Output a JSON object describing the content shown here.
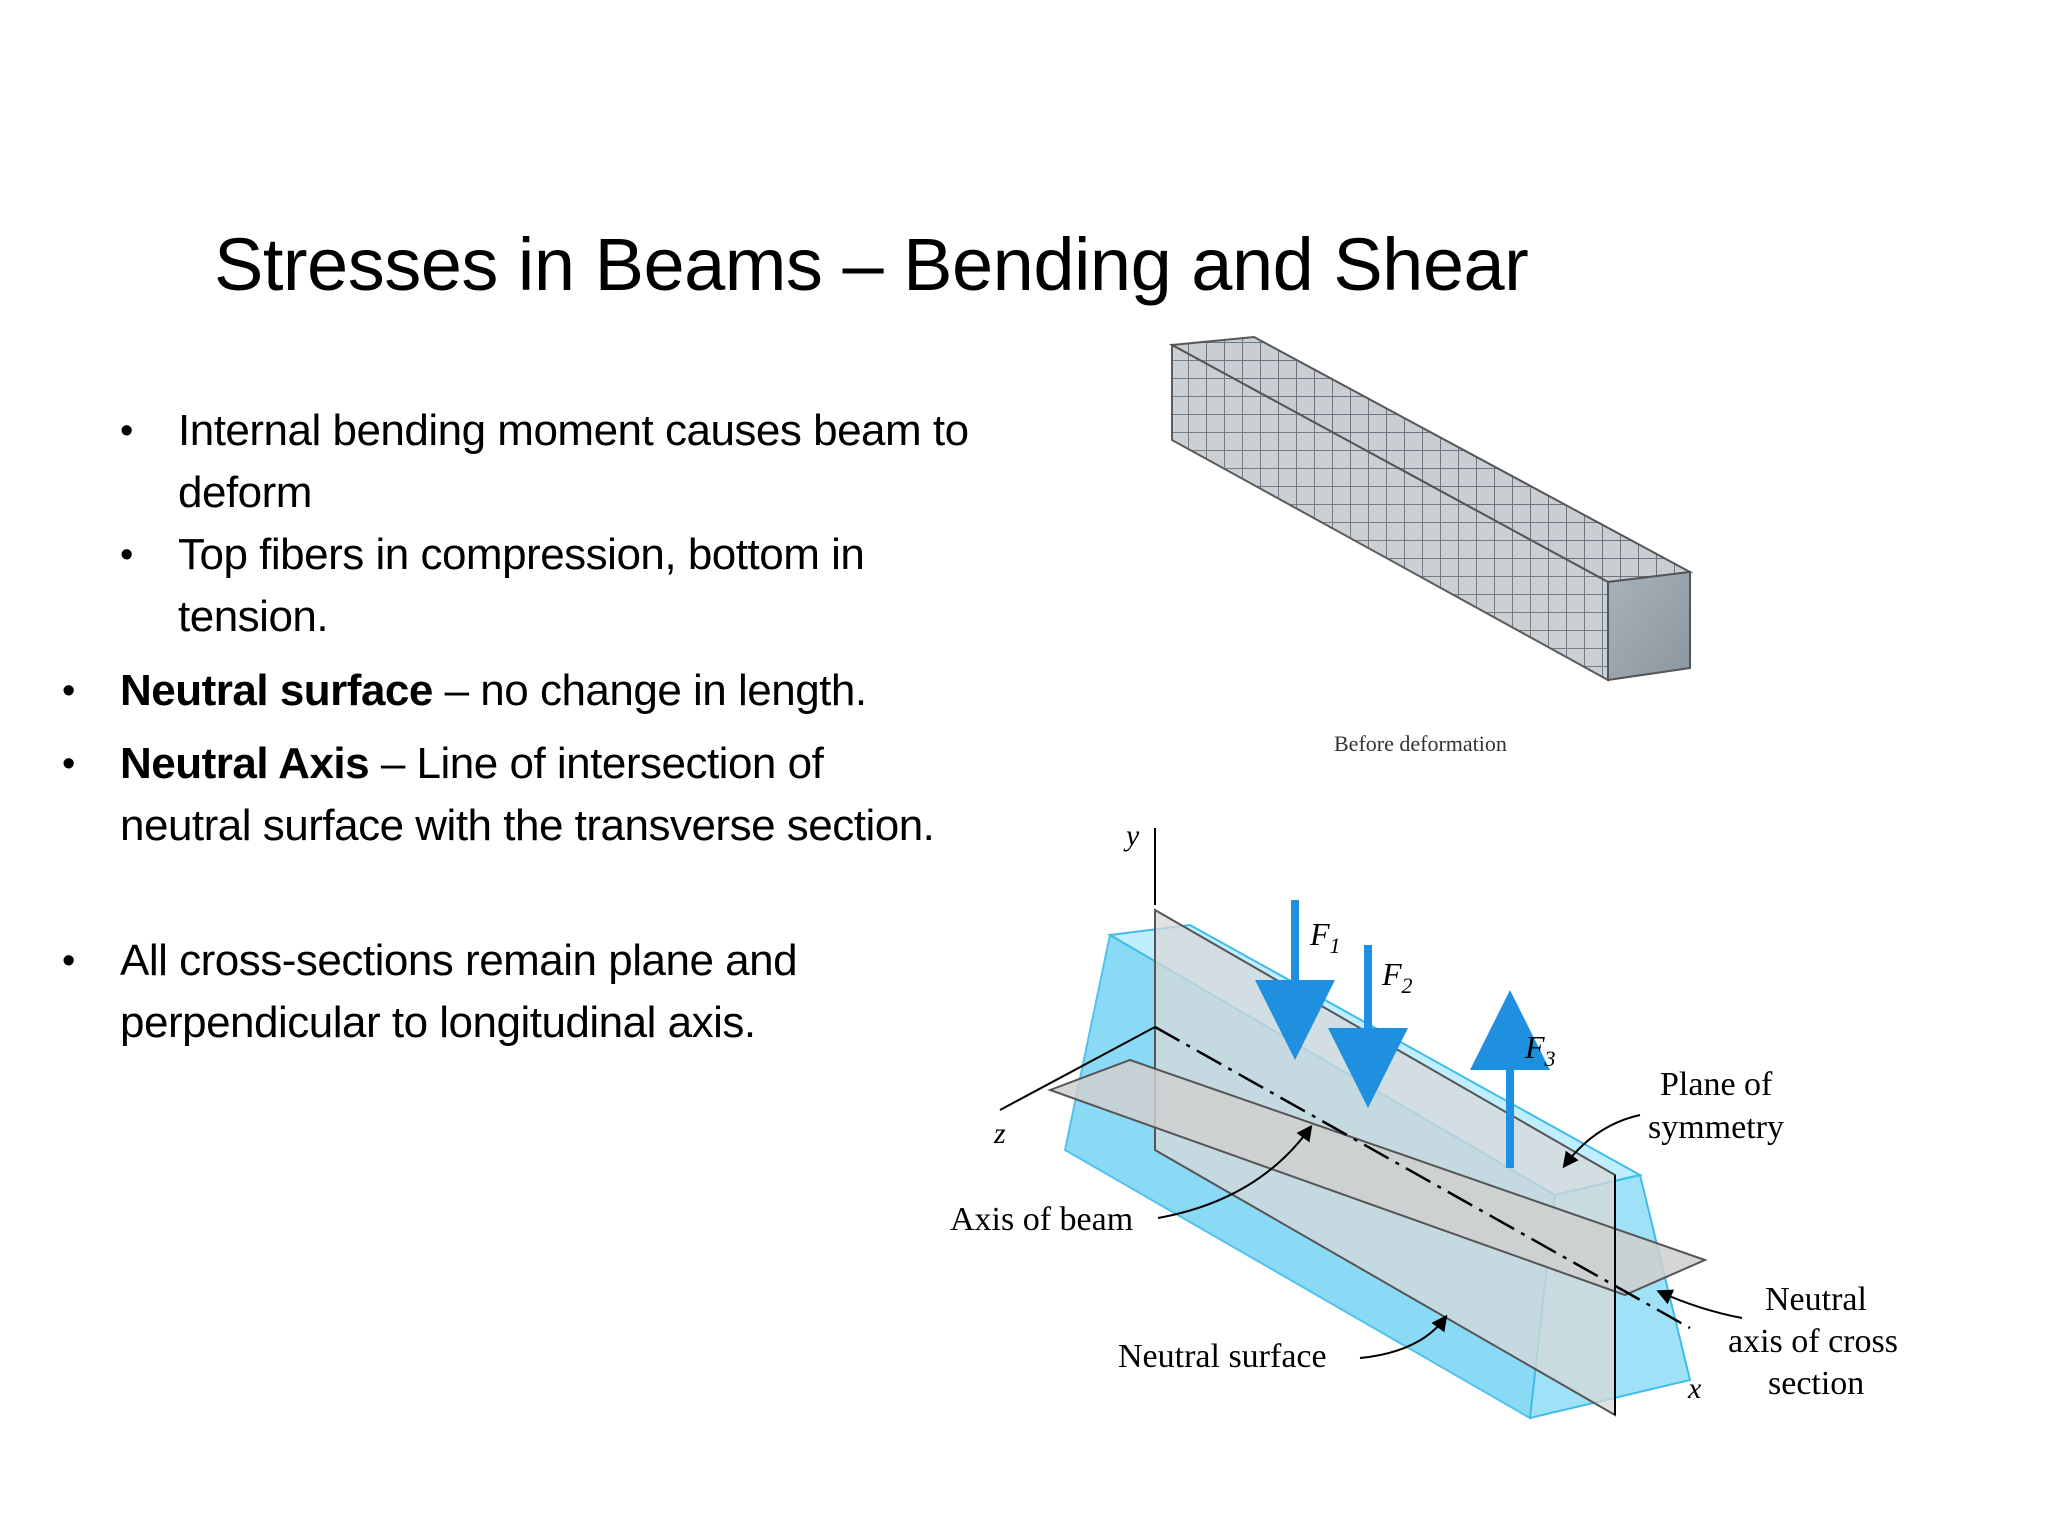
{
  "slide": {
    "title": "Stresses in Beams – Bending and Shear",
    "bullets": [
      {
        "level": 2,
        "text": "Internal bending moment causes beam to deform"
      },
      {
        "level": 2,
        "text": "Top fibers in compression, bottom in tension."
      },
      {
        "level": 1,
        "bold": "Neutral surface",
        "text": " – no change in length."
      },
      {
        "level": 1,
        "bold": "Neutral Axis",
        "text": " – Line of intersection of neutral surface with the transverse section."
      },
      {
        "level": 1,
        "text": "All cross-sections remain plane and perpendicular to longitudinal axis."
      }
    ]
  },
  "figure": {
    "caption_top": "Before deformation",
    "labels": {
      "y": "y",
      "z": "z",
      "x": "x",
      "f1": "F",
      "f1_sub": "1",
      "f2": "F",
      "f2_sub": "2",
      "f3": "F",
      "f3_sub": "3",
      "plane_line1": "Plane of",
      "plane_line2": "symmetry",
      "axis_of_beam": "Axis of beam",
      "neutral_surface": "Neutral surface",
      "neutral_axis_line1": "Neutral",
      "neutral_axis_line2": "axis of cross",
      "neutral_axis_line3": "section"
    },
    "colors": {
      "beam_light": "#bfeeff",
      "beam_mid": "#7fd6f5",
      "beam_dark": "#3fbde8",
      "arrow": "#1f8fe0",
      "plane": "#d8d8d8"
    }
  }
}
